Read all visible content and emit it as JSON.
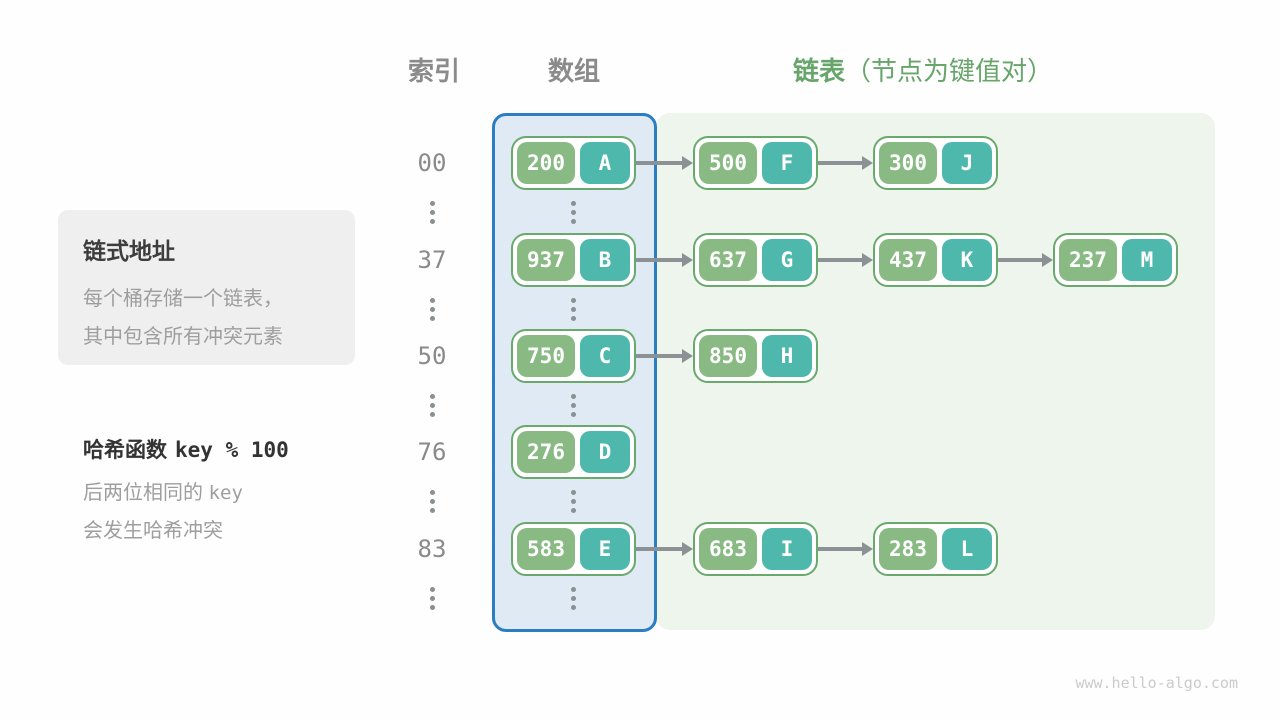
{
  "header": {
    "index": "索引",
    "array": "数组",
    "list": "链表",
    "list_note": "（节点为键值对）"
  },
  "info_card": {
    "title": "链式地址",
    "line1": "每个桶存储一个链表，",
    "line2": "其中包含所有冲突元素"
  },
  "hash_note": {
    "label": "哈希函数",
    "formula": "key % 100",
    "line1_text": "后两位相同的",
    "line1_code": "key",
    "line2": "会发生哈希冲突"
  },
  "rows": [
    {
      "index": "00",
      "bucket": {
        "key": "200",
        "value": "A"
      },
      "chain": [
        {
          "key": "500",
          "value": "F"
        },
        {
          "key": "300",
          "value": "J"
        }
      ]
    },
    {
      "index": "37",
      "bucket": {
        "key": "937",
        "value": "B"
      },
      "chain": [
        {
          "key": "637",
          "value": "G"
        },
        {
          "key": "437",
          "value": "K"
        },
        {
          "key": "237",
          "value": "M"
        }
      ]
    },
    {
      "index": "50",
      "bucket": {
        "key": "750",
        "value": "C"
      },
      "chain": [
        {
          "key": "850",
          "value": "H"
        }
      ]
    },
    {
      "index": "76",
      "bucket": {
        "key": "276",
        "value": "D"
      },
      "chain": []
    },
    {
      "index": "83",
      "bucket": {
        "key": "583",
        "value": "E"
      },
      "chain": [
        {
          "key": "683",
          "value": "I"
        },
        {
          "key": "283",
          "value": "L"
        }
      ]
    }
  ],
  "watermark": "www.hello-algo.com",
  "colors": {
    "node_key_fill": "#89ba84",
    "node_value_fill": "#4fb8ac",
    "node_border": "#6aa96e",
    "array_box_fill": "#dfeaf5",
    "array_box_border": "#2a7ec1",
    "list_region_fill": "#eef5ec",
    "header_green": "#67a56b",
    "muted_gray": "#8b8b8b",
    "arrow_gray": "#8c9196"
  }
}
